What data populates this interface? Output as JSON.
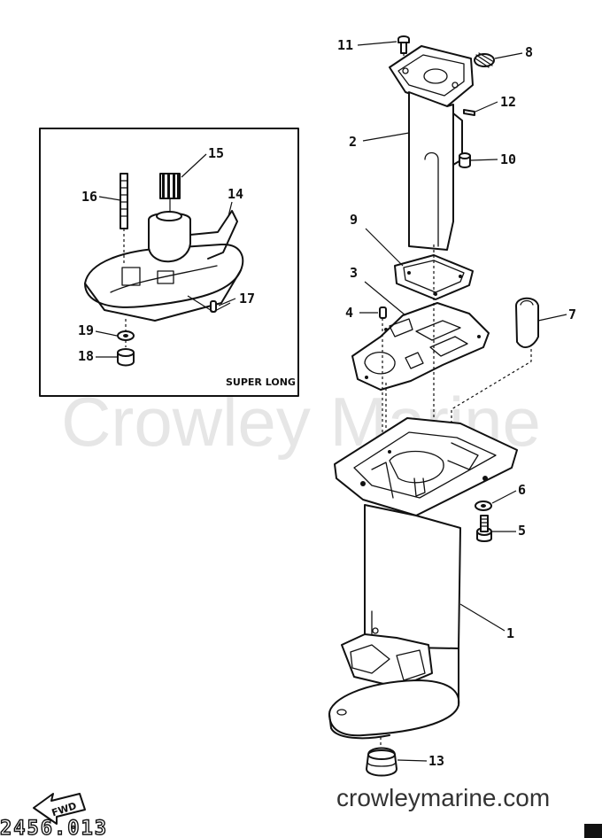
{
  "watermark": "Crowley Marine",
  "site": "crowleymarine.com",
  "inset": {
    "title": "SUPER LONG"
  },
  "callouts": {
    "c1": "1",
    "c2": "2",
    "c3": "3",
    "c4": "4",
    "c5": "5",
    "c6": "6",
    "c7": "7",
    "c8": "8",
    "c9": "9",
    "c10": "10",
    "c11": "11",
    "c12": "12",
    "c13": "13",
    "c14": "14",
    "c15": "15",
    "c16": "16",
    "c17": "17",
    "c18": "18",
    "c19": "19"
  },
  "arrow_label": "FWD",
  "drawing_code": "2456.013"
}
